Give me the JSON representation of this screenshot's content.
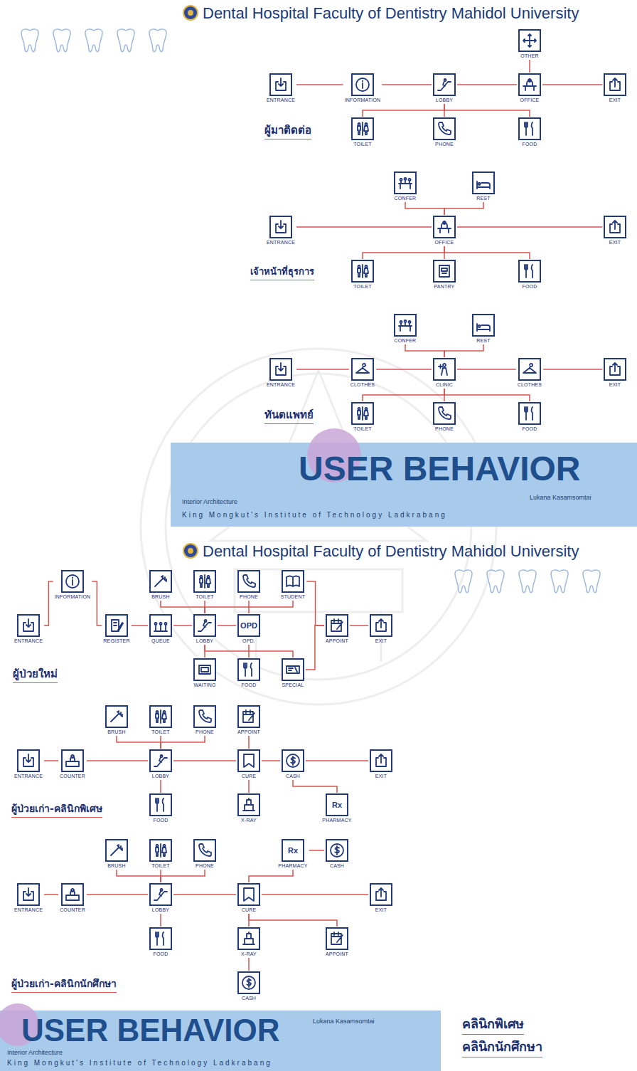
{
  "diagram": {
    "nodes": [
      {
        "text": [
          "ENTRANCE"
        ]
      },
      {
        "text": [
          "INFORMATION"
        ]
      },
      {
        "text": [
          "LOBBY"
        ]
      },
      {
        "text": [
          "OFFICE"
        ]
      },
      {
        "text": [
          "OTHER"
        ]
      },
      {
        "text": [
          "EXIT"
        ]
      },
      {
        "text": [
          "TOILET"
        ]
      },
      {
        "text": [
          "PHONE"
        ]
      },
      {
        "text": [
          "FOOD"
        ]
      },
      {
        "text": [
          "ENTRANCE"
        ]
      },
      {
        "text": [
          "CONFER"
        ]
      },
      {
        "text": [
          "REST"
        ]
      },
      {
        "text": [
          "OFFICE"
        ]
      },
      {
        "text": [
          "TOILET"
        ]
      },
      {
        "text": [
          "PANTRY"
        ]
      },
      {
        "text": [
          "FOOD"
        ]
      },
      {
        "text": [
          "EXIT"
        ]
      },
      {
        "text": [
          "ENTRANCE"
        ]
      },
      {
        "text": [
          "CLOTHES"
        ]
      },
      {
        "text": [
          "CONFER"
        ]
      },
      {
        "text": [
          "REST"
        ]
      },
      {
        "text": [
          "CLINIC"
        ]
      },
      {
        "text": [
          "TOILET"
        ]
      },
      {
        "text": [
          "PHONE"
        ]
      },
      {
        "text": [
          "FOOD"
        ]
      },
      {
        "text": [
          "CLOTHES"
        ]
      },
      {
        "text": [
          "EXIT"
        ]
      },
      {
        "text": [
          "ENTRANCE"
        ]
      },
      {
        "text": [
          "INFORMATION"
        ]
      },
      {
        "text": [
          "REGISTER"
        ]
      },
      {
        "text": [
          "BRUSH"
        ]
      },
      {
        "text": [
          "QUEUE"
        ]
      },
      {
        "text": [
          "TOILET"
        ]
      },
      {
        "text": [
          "LOBBY"
        ]
      },
      {
        "text": [
          "WAITING"
        ]
      },
      {
        "text": [
          "PHONE"
        ]
      },
      {
        "text": [
          "OPD",
          "OPD."
        ]
      },
      {
        "text": [
          "FOOD"
        ]
      },
      {
        "text": [
          "STUDENT"
        ]
      },
      {
        "text": [
          "SPECIAL"
        ]
      },
      {
        "text": [
          "APPOINT"
        ]
      },
      {
        "text": [
          "EXIT"
        ]
      },
      {
        "text": [
          "ENTRANCE"
        ]
      },
      {
        "text": [
          "COUNTER"
        ]
      },
      {
        "text": [
          "BRUSH"
        ]
      },
      {
        "text": [
          "TOILET"
        ]
      },
      {
        "text": [
          "LOBBY"
        ]
      },
      {
        "text": [
          "FOOD"
        ]
      },
      {
        "text": [
          "PHONE"
        ]
      },
      {
        "text": [
          "APPOINT"
        ]
      },
      {
        "text": [
          "CURE"
        ]
      },
      {
        "text": [
          "X-RAY"
        ]
      },
      {
        "text": [
          "CASH"
        ]
      },
      {
        "text": [
          "Rx",
          "PHARMACY"
        ]
      },
      {
        "text": [
          "EXIT"
        ]
      },
      {
        "text": [
          "ENTRANCE"
        ]
      },
      {
        "text": [
          "COUNTER"
        ]
      },
      {
        "text": [
          "BRUSH"
        ]
      },
      {
        "text": [
          "TOILET"
        ]
      },
      {
        "text": [
          "LOBBY"
        ]
      },
      {
        "text": [
          "FOOD"
        ]
      },
      {
        "text": [
          "PHONE"
        ]
      },
      {
        "text": [
          "CURE"
        ]
      },
      {
        "text": [
          "X-RAY"
        ]
      },
      {
        "text": [
          "CASH"
        ]
      },
      {
        "text": [
          "Rx",
          "PHARMACY"
        ]
      },
      {
        "text": [
          "CASH"
        ]
      },
      {
        "text": [
          "APPOINT"
        ]
      },
      {
        "text": [
          "EXIT"
        ]
      }
    ],
    "edges": [
      {
        "from": 0,
        "to": 1,
        "arrow": "none"
      },
      {
        "from": 1,
        "to": 2,
        "arrow": "none"
      },
      {
        "from": 2,
        "to": 3,
        "arrow": "none"
      },
      {
        "from": 3,
        "to": 5,
        "arrow": "none"
      },
      {
        "from": 3,
        "to": 4,
        "arrow": "none"
      },
      {
        "from": 2,
        "to": 6,
        "arrow": "none"
      },
      {
        "from": 2,
        "to": 7,
        "arrow": "none"
      },
      {
        "from": 2,
        "to": 8,
        "arrow": "none"
      },
      {
        "from": 9,
        "to": 12,
        "arrow": "none"
      },
      {
        "from": 12,
        "to": 16,
        "arrow": "none"
      },
      {
        "from": 12,
        "to": 10,
        "arrow": "none"
      },
      {
        "from": 12,
        "to": 11,
        "arrow": "none"
      },
      {
        "from": 12,
        "to": 13,
        "arrow": "none"
      },
      {
        "from": 12,
        "to": 14,
        "arrow": "none"
      },
      {
        "from": 12,
        "to": 15,
        "arrow": "none"
      },
      {
        "from": 17,
        "to": 18,
        "arrow": "none"
      },
      {
        "from": 18,
        "to": 21,
        "arrow": "none"
      },
      {
        "from": 21,
        "to": 25,
        "arrow": "none"
      },
      {
        "from": 25,
        "to": 26,
        "arrow": "none"
      },
      {
        "from": 21,
        "to": 19,
        "arrow": "none"
      },
      {
        "from": 21,
        "to": 20,
        "arrow": "none"
      },
      {
        "from": 21,
        "to": 22,
        "arrow": "none"
      },
      {
        "from": 21,
        "to": 23,
        "arrow": "none"
      },
      {
        "from": 21,
        "to": 24,
        "arrow": "none"
      },
      {
        "from": 27,
        "to": 28,
        "arrow": "none"
      },
      {
        "from": 28,
        "to": 29,
        "arrow": "none"
      },
      {
        "from": 29,
        "to": 31,
        "arrow": "none"
      },
      {
        "from": 31,
        "to": 33,
        "arrow": "none"
      },
      {
        "from": 33,
        "to": 30,
        "arrow": "none"
      },
      {
        "from": 33,
        "to": 32,
        "arrow": "none"
      },
      {
        "from": 33,
        "to": 35,
        "arrow": "none"
      },
      {
        "from": 33,
        "to": 34,
        "arrow": "none"
      },
      {
        "from": 33,
        "to": 37,
        "arrow": "none"
      },
      {
        "from": 33,
        "to": 36,
        "arrow": "none"
      },
      {
        "from": 36,
        "to": 38,
        "arrow": "none"
      },
      {
        "from": 36,
        "to": 39,
        "arrow": "none"
      },
      {
        "from": 38,
        "to": 40,
        "arrow": "none"
      },
      {
        "from": 39,
        "to": 40,
        "arrow": "none"
      },
      {
        "from": 40,
        "to": 41,
        "arrow": "none"
      },
      {
        "from": 42,
        "to": 43,
        "arrow": "none"
      },
      {
        "from": 43,
        "to": 46,
        "arrow": "none"
      },
      {
        "from": 46,
        "to": 44,
        "arrow": "none"
      },
      {
        "from": 46,
        "to": 45,
        "arrow": "none"
      },
      {
        "from": 46,
        "to": 48,
        "arrow": "none"
      },
      {
        "from": 46,
        "to": 47,
        "arrow": "none"
      },
      {
        "from": 46,
        "to": 50,
        "arrow": "none"
      },
      {
        "from": 50,
        "to": 49,
        "arrow": "none"
      },
      {
        "from": 50,
        "to": 51,
        "arrow": "none"
      },
      {
        "from": 50,
        "to": 52,
        "arrow": "none"
      },
      {
        "from": 52,
        "to": 53,
        "arrow": "none"
      },
      {
        "from": 52,
        "to": 54,
        "arrow": "none"
      },
      {
        "from": 55,
        "to": 56,
        "arrow": "none"
      },
      {
        "from": 56,
        "to": 59,
        "arrow": "none"
      },
      {
        "from": 59,
        "to": 57,
        "arrow": "none"
      },
      {
        "from": 59,
        "to": 58,
        "arrow": "none"
      },
      {
        "from": 59,
        "to": 61,
        "arrow": "none"
      },
      {
        "from": 59,
        "to": 60,
        "arrow": "none"
      },
      {
        "from": 59,
        "to": 62,
        "arrow": "none"
      },
      {
        "from": 62,
        "to": 63,
        "arrow": "none"
      },
      {
        "from": 63,
        "to": 64,
        "arrow": "none"
      },
      {
        "from": 62,
        "to": 65,
        "arrow": "none"
      },
      {
        "from": 65,
        "to": 66,
        "arrow": "none"
      },
      {
        "from": 62,
        "to": 67,
        "arrow": "none"
      },
      {
        "from": 62,
        "to": 68,
        "arrow": "none"
      }
    ],
    "labels": [
      "Dental Hospital Faculty of Dentistry Mahidol University",
      "ผู้มาติดต่อ",
      "เจ้าหน้าที่ธุรการ",
      "ทันตแพทย์",
      "USER BEHAVIOR",
      "Lukana Kasamsomtai",
      "Interior Architecture",
      "King Mongkut's Institute of Technology Ladkrabang",
      "Dental Hospital Faculty of Dentistry Mahidol University",
      "ผู้ป่วยใหม่",
      "ผู้ป่วยเก่า-คลินิกพิเศษ",
      "ผู้ป่วยเก่า-คลินิกนักศึกษา",
      "USER BEHAVIOR",
      "Lukana Kasamsomtai",
      "Interior Architecture",
      "King Mongkut's Institute of Technology Ladkrabang",
      "คลินิกพิเศษ",
      "คลินิกนักศึกษา"
    ]
  }
}
